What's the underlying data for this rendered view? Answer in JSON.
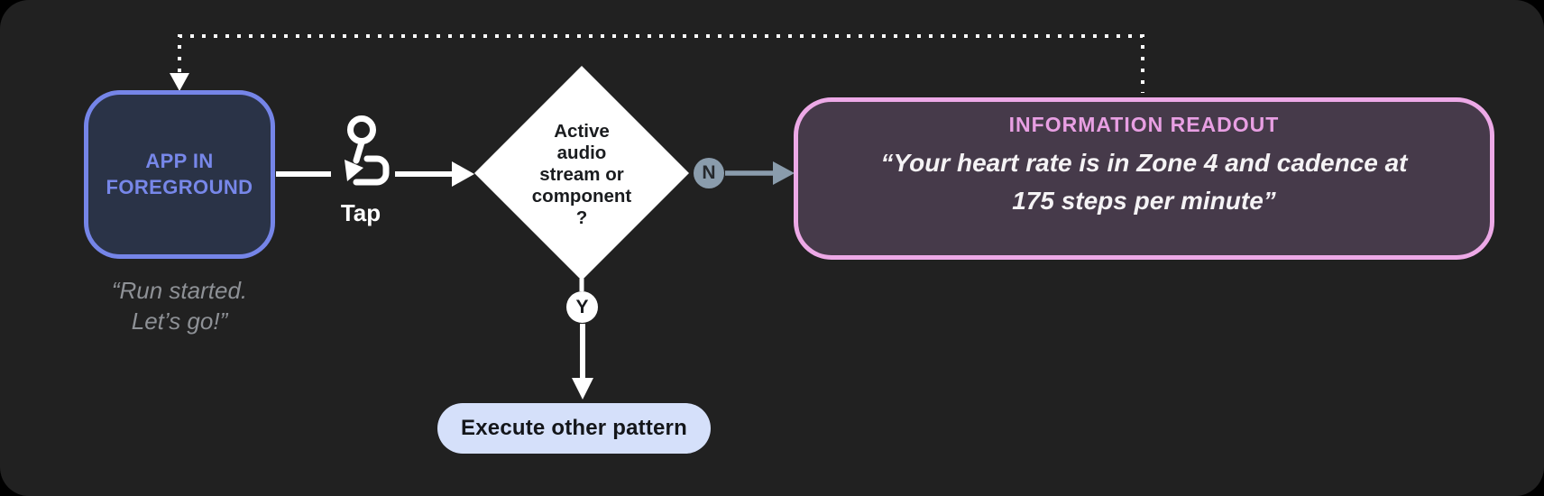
{
  "colors": {
    "page_bg": "#000000",
    "canvas_bg": "#212121",
    "app_node_border": "#7585E8",
    "app_node_fill": "#2A3347",
    "app_node_text": "#7787E9",
    "caption_text": "#8E9196",
    "flow_white": "#FFFFFF",
    "branch_slate": "#8A9CAC",
    "readout_border": "#EDA9E7",
    "readout_fill": "#463A4A",
    "readout_title_text": "#E89FE3",
    "pill_fill": "#D5E0FA",
    "pill_text": "#14161A"
  },
  "diagram": {
    "app_node": {
      "label": "APP IN\nFOREGROUND",
      "caption": "“Run started.\nLet’s go!”"
    },
    "tap": {
      "label": "Tap",
      "icon": "tap-gesture-icon"
    },
    "decision": {
      "label": "Active\naudio\nstream or\ncomponent\n?"
    },
    "branch_no": {
      "label": "N"
    },
    "branch_yes": {
      "label": "Y"
    },
    "readout": {
      "title": "INFORMATION READOUT",
      "quote": "“Your heart rate is in Zone 4 and cadence at\n175 steps per minute”"
    },
    "execute": {
      "label": "Execute other pattern"
    }
  }
}
